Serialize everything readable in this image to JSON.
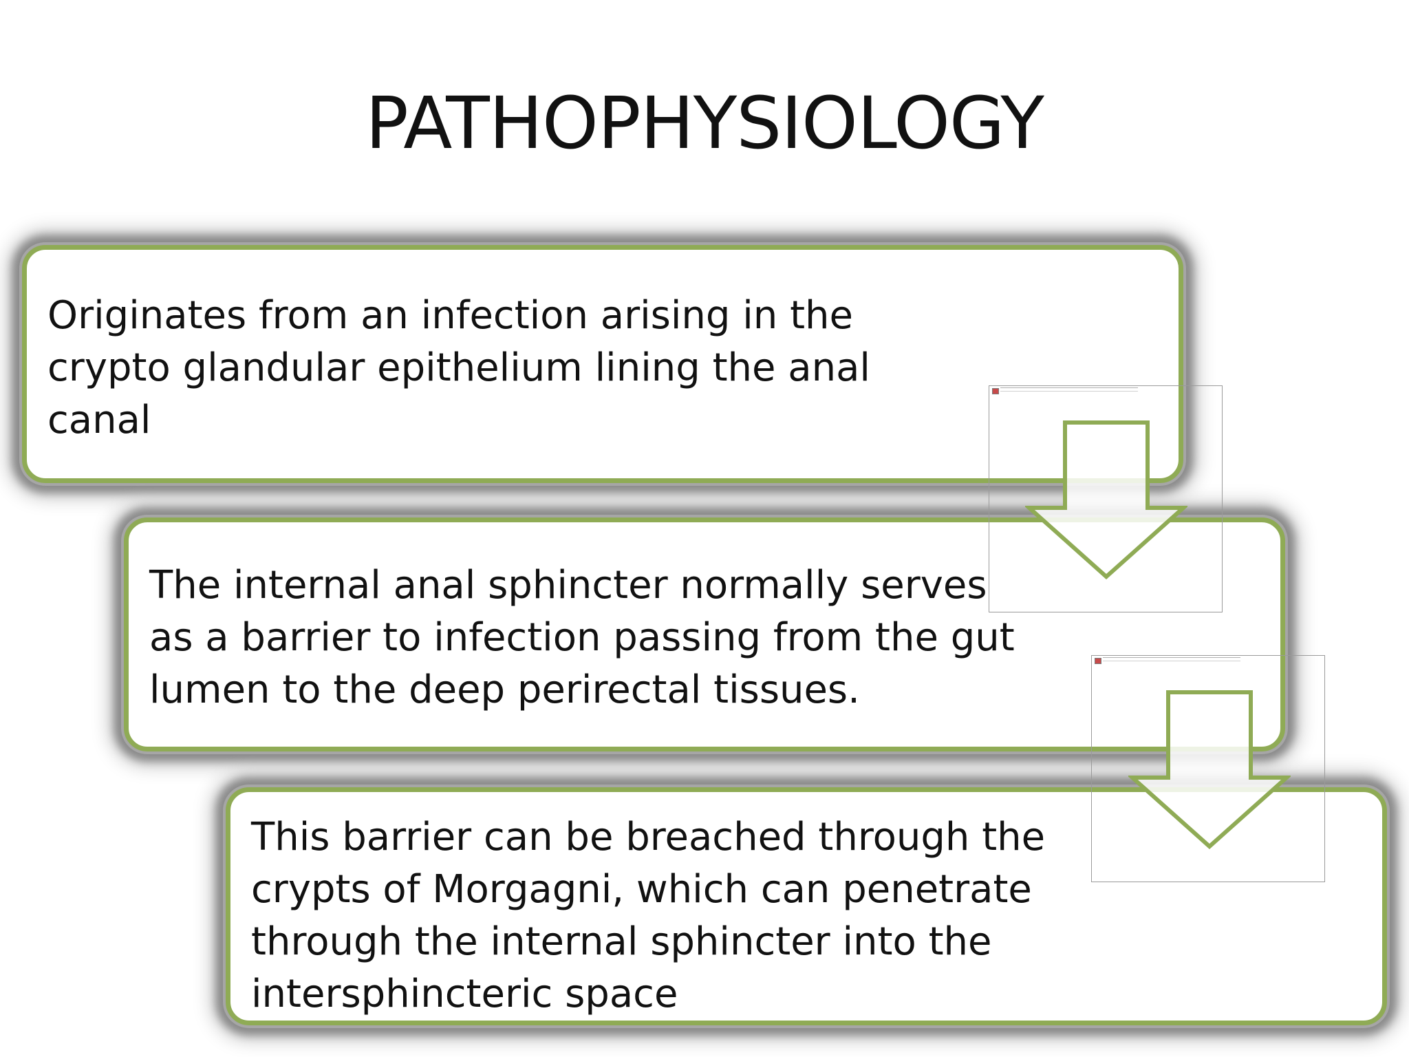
{
  "slide": {
    "title": "PATHOPHYSIOLOGY"
  },
  "steps": [
    {
      "text": "Originates from an infection arising in the\ncrypto glandular epithelium lining the anal\ncanal"
    },
    {
      "text": "The internal anal sphincter normally serves\nas a barrier to infection passing from the gut\nlumen to the deep perirectal tissues."
    },
    {
      "text": "This barrier can be breached through the\ncrypts of Morgagni, which can penetrate\nthrough the internal sphincter into the\nintersphincteric space"
    }
  ],
  "connectors": [
    {
      "icon": "down-arrow-icon"
    },
    {
      "icon": "down-arrow-icon"
    }
  ],
  "colors": {
    "accent_green": "#8fab55",
    "box_shadow_gray": "#8a8a8a",
    "text": "#111111",
    "background": "#ffffff"
  }
}
